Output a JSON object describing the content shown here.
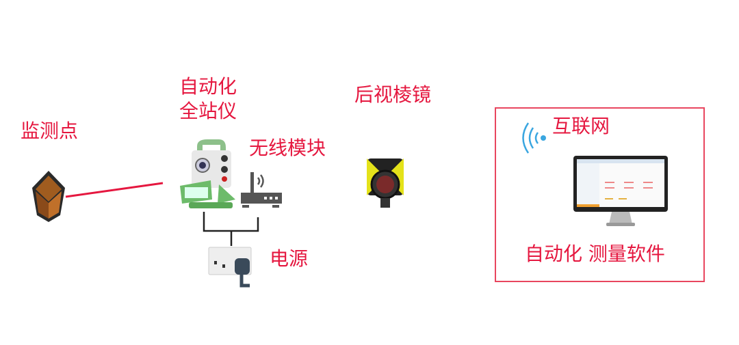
{
  "labels": {
    "monitor_point": "监测点",
    "total_station_line1": "自动化",
    "total_station_line2": "全站仪",
    "wireless_module": "无线模块",
    "power": "电源",
    "backsight_prism": "后视棱镜",
    "internet": "互联网",
    "software": "自动化 测量软件"
  },
  "colors": {
    "label": "#e5173f",
    "box": "#e8455e",
    "wifi": "#3aa6e0",
    "station_green": "#7fbf7f"
  }
}
